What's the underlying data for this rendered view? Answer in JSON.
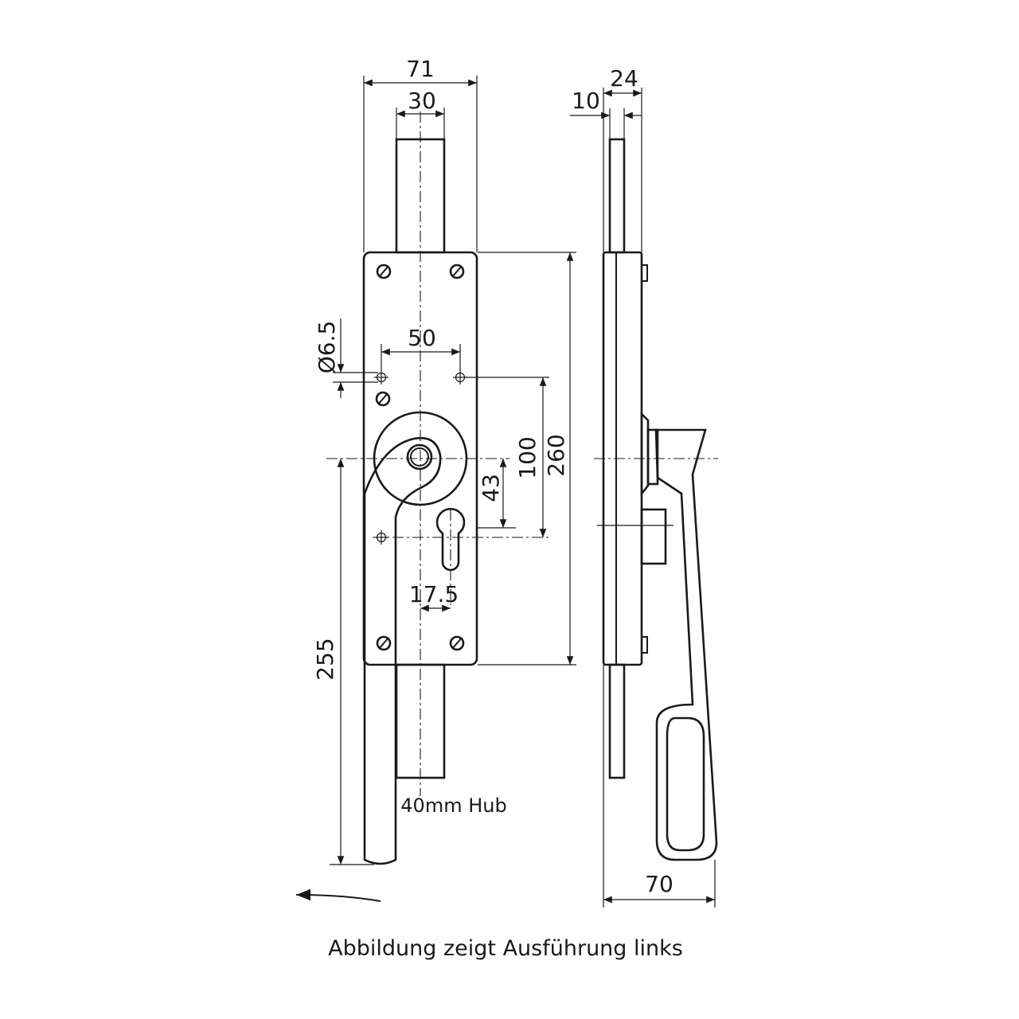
{
  "drawing": {
    "front_view": {
      "width": "71",
      "rod_width": "30",
      "hole_spacing": "50",
      "hole_diameter": "Ø6.5",
      "offset_43": "43",
      "offset_100": "100",
      "height": "260",
      "cylinder_offset": "17.5",
      "handle_length": "255",
      "stroke_note": "40mm Hub"
    },
    "side_view": {
      "total_depth": "24",
      "plate_thickness": "10",
      "handle_projection": "70"
    }
  },
  "caption": "Abbildung zeigt Ausführung links"
}
